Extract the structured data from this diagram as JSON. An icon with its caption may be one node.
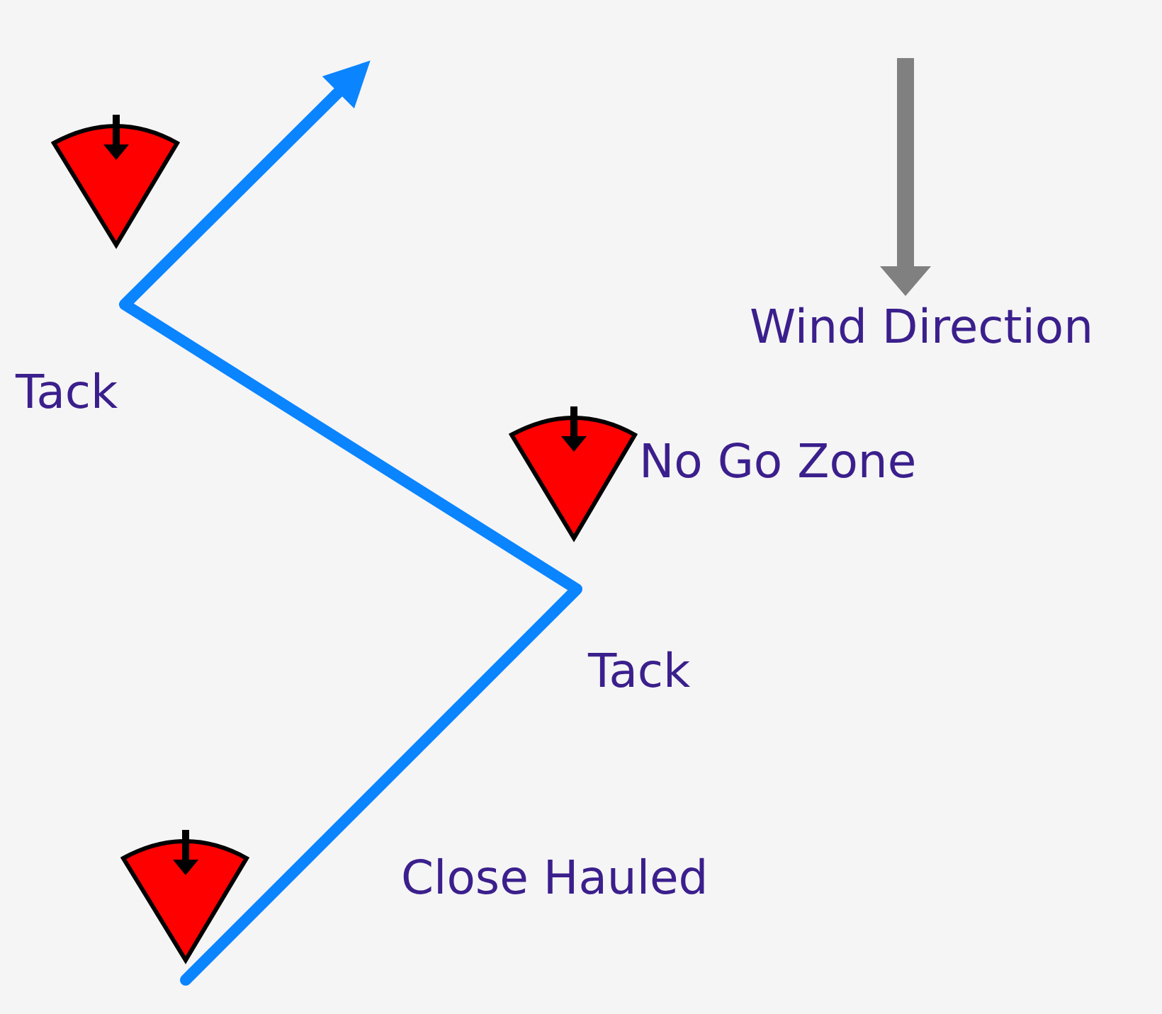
{
  "diagram": {
    "labels": [
      "Wind Direction",
      "Tack",
      "No Go Zone",
      "Tack",
      "Close Hauled"
    ]
  }
}
